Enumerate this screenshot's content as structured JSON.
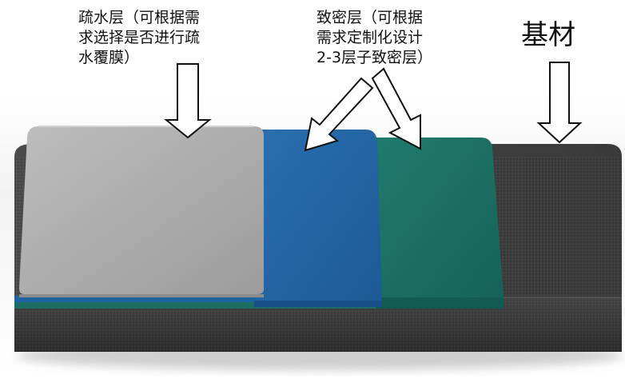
{
  "labels": {
    "hydrophobic": [
      "疏水层（可根据需",
      "求选择是否进行疏",
      "水覆膜）"
    ],
    "dense": [
      "致密层（可根据",
      "需求定制化设计",
      "2-3层子致密层）"
    ],
    "substrate": "基材"
  },
  "colors": {
    "hydrophobic_layer": "#a9a9a9",
    "dense_layer_blue": "#1f63a3",
    "dense_layer_green": "#1a6e62",
    "substrate": "#3c3c3c",
    "arrow_fill": "#ffffff",
    "arrow_stroke": "#111111"
  },
  "icons": [
    "down-arrow-icon",
    "down-left-arrow-icon",
    "down-right-arrow-icon"
  ]
}
